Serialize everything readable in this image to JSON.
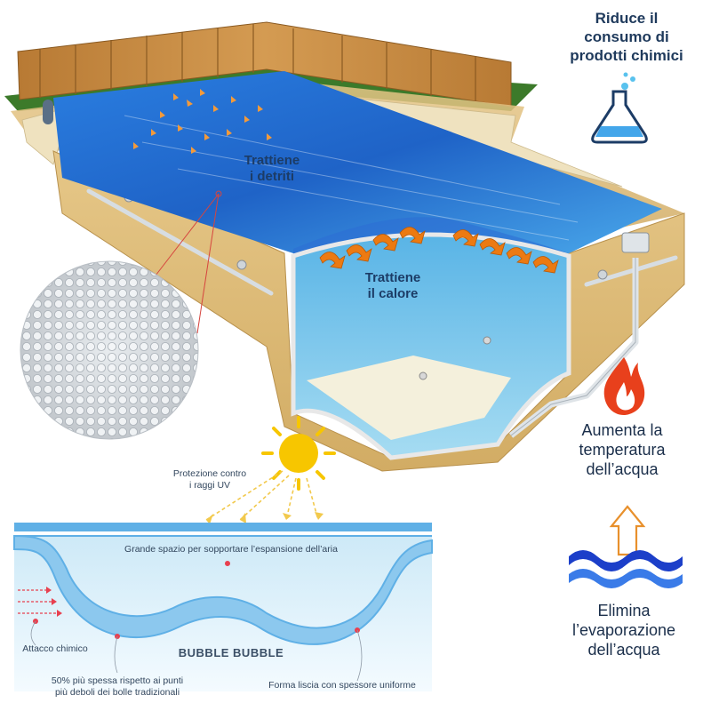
{
  "labels": {
    "chem": "Riduce il\nconsumo di\nprodotti chimici",
    "debris": "Trattiene\ni detriti",
    "heat": "Trattiene\nil calore",
    "temp": "Aumenta la\ntemperatura\ndell’acqua",
    "evap": "Elimina\nl’evaporazione\ndell’acqua",
    "uv": "Protezione contro\ni raggi UV",
    "space": "Grande spazio per sopportare l’espansione dell’aria",
    "brand": "BUBBLE BUBBLE",
    "chemical_attack": "Attacco chimico",
    "thicker": "50% più spessa rispetto ai punti\npiù deboli dei bolle tradizionali",
    "smooth": "Forma liscia con spessore uniforme"
  },
  "icons": [
    "flask-icon",
    "flame-icon",
    "sun-icon",
    "evaporation-icon"
  ],
  "colors": {
    "water": "#1f6fcf",
    "water_light": "#9fd6f0",
    "deck": "#e8d6a8",
    "fence": "#c58a3c",
    "flame": "#e8401c",
    "sun": "#f7c600",
    "text": "#1f3a5c",
    "marker": "#e8404f",
    "wave": "#1c3fc9"
  }
}
